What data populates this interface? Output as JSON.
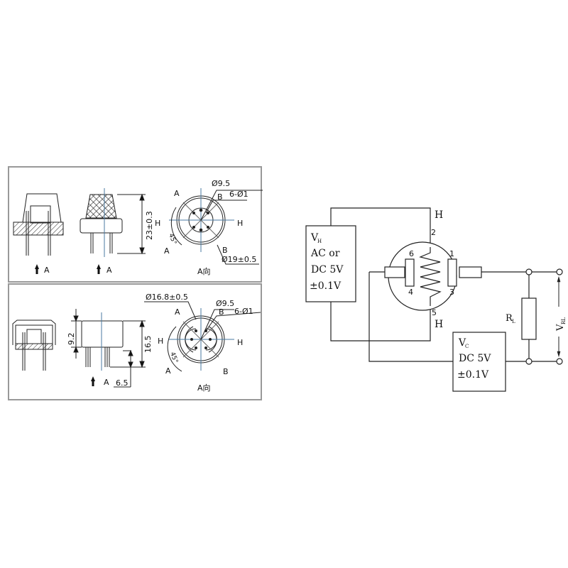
{
  "top_drawing": {
    "side_arrow_label_1": "A",
    "side_arrow_label_2": "A",
    "height_dim": "23±0.3",
    "top_view": {
      "inner_diameter": "Ø9.5",
      "pins": "6-Ø1",
      "outer_diameter": "Ø19±0.5",
      "label_a_top": "A",
      "label_a_bottom": "A",
      "label_b_top": "B",
      "label_b_bottom": "B",
      "label_h_left": "H",
      "label_h_right": "H",
      "angle": "45°",
      "view_caption": "A向"
    }
  },
  "bottom_drawing": {
    "body_height_dim": "9.2",
    "total_height_dim": "16.5",
    "pin_length_dim": "6.5",
    "side_arrow_label": "A",
    "top_view": {
      "outer_diameter": "Ø16.8±0.5",
      "inner_diameter": "Ø9.5",
      "pins": "6-Ø1",
      "label_a_top": "A",
      "label_a_bottom": "A",
      "label_b_top": "B",
      "label_b_bottom": "B",
      "label_h_left": "H",
      "label_h_right": "H",
      "angle": "45°",
      "view_caption": "A向"
    }
  },
  "circuit": {
    "heater_supply": {
      "symbol": "V",
      "subscript": "H",
      "line1": "AC or",
      "line2": "DC 5V",
      "line3": "±0.1V"
    },
    "circuit_supply": {
      "symbol": "V",
      "subscript": "C",
      "line1": "DC 5V",
      "line2": "±0.1V"
    },
    "heater_top_label": "H",
    "heater_bottom_label": "H",
    "pins": {
      "p1": "1",
      "p2": "2",
      "p3": "3",
      "p4": "4",
      "p5": "5",
      "p6": "6"
    },
    "load_resistor": {
      "symbol": "R",
      "subscript": "L"
    },
    "output_voltage": {
      "symbol": "V",
      "subscript": "RL"
    }
  }
}
